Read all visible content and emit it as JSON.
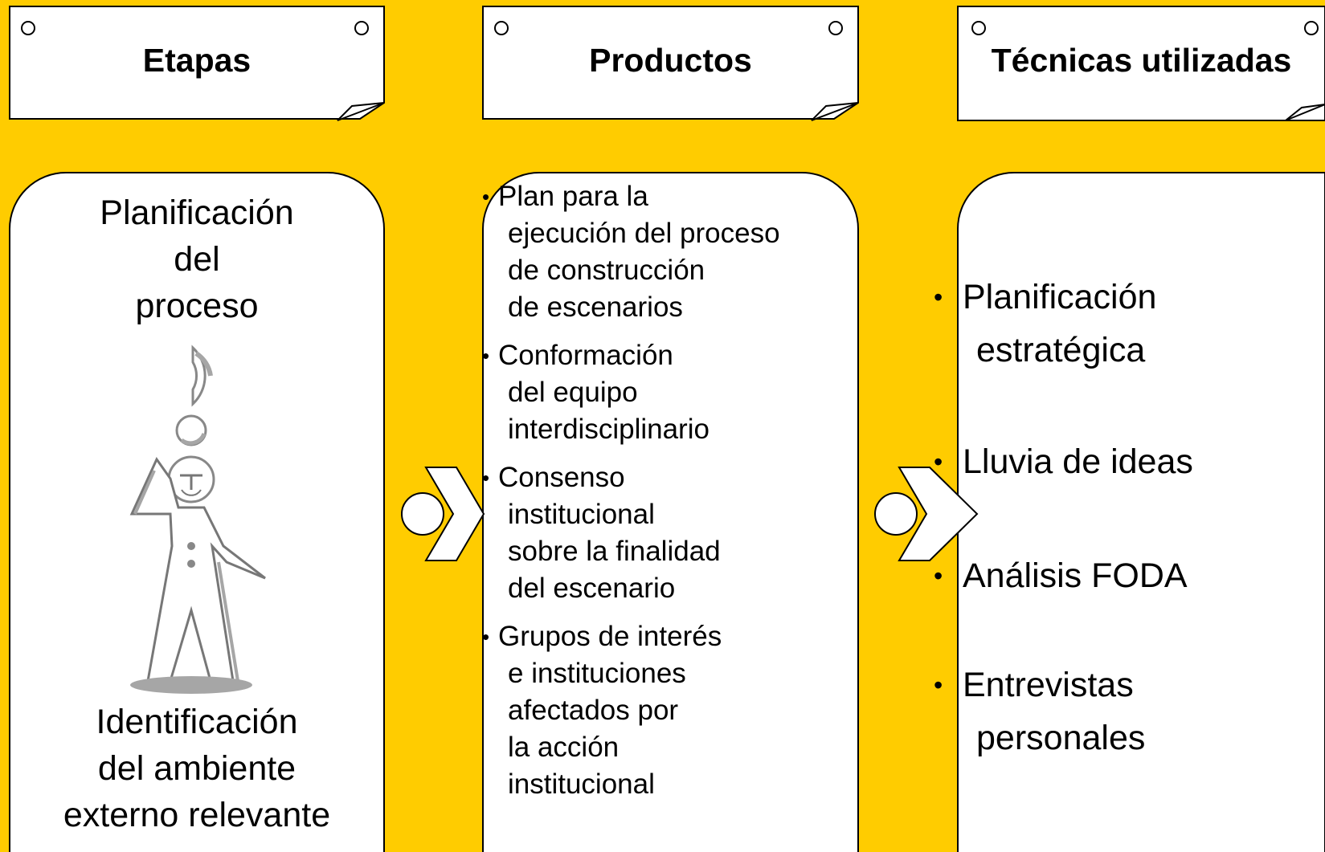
{
  "headers": [
    {
      "label": "Etapas"
    },
    {
      "label": "Productos"
    },
    {
      "label": "Técnicas utilizadas"
    }
  ],
  "etapas": {
    "top_lines": [
      "Planificación",
      "del",
      "proceso"
    ],
    "bottom_lines": [
      "Identificación",
      "del ambiente",
      "externo relevante"
    ]
  },
  "productos": [
    {
      "lines": [
        "Plan para la",
        "ejecución del proceso",
        "de construcción",
        "de escenarios"
      ]
    },
    {
      "lines": [
        "Conformación",
        "del equipo",
        "interdisciplinario"
      ]
    },
    {
      "lines": [
        "Consenso",
        "institucional",
        "sobre la finalidad",
        "del escenario"
      ]
    },
    {
      "lines": [
        "Grupos de interés",
        "e instituciones",
        "afectados por",
        "la acción",
        "institucional"
      ]
    }
  ],
  "tecnicas": [
    {
      "lines": [
        "Planificación",
        "estratégica"
      ]
    },
    {
      "lines": [
        "Lluvia de ideas"
      ]
    },
    {
      "lines": [
        "Análisis FODA"
      ]
    },
    {
      "lines": [
        "Entrevistas",
        "personales"
      ]
    }
  ],
  "colors": {
    "background": "#FFCC00",
    "box": "#FFFFFF",
    "figure_gray": "#A6A6A6"
  },
  "icons": [
    "thinking-figure-icon",
    "chevron-arrow-icon"
  ]
}
